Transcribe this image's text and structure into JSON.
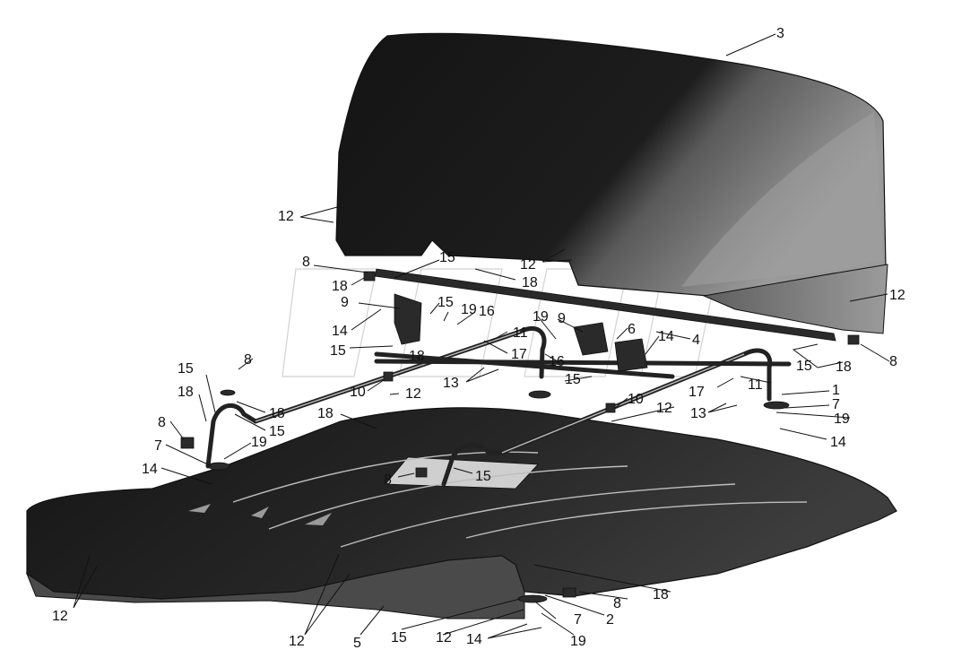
{
  "parts": {
    "fairing": "3",
    "roof_panel": "5",
    "crossbar": "4",
    "rail_left": "1",
    "rail_right": "2",
    "bracket": "6",
    "clamp": "7",
    "pad": "8",
    "support": "9",
    "spacer": "10",
    "clip": "11",
    "rivet": "12",
    "screw": "13",
    "nut": "14",
    "washer_a": "15",
    "washer_b": "16",
    "bolt": "17",
    "washer_c": "18",
    "lockwasher": "19"
  },
  "colors": {
    "ink": "#111111",
    "paper": "#ffffff",
    "shade_dark": "#1b1b1b",
    "shade_light": "#8a8a8a"
  }
}
